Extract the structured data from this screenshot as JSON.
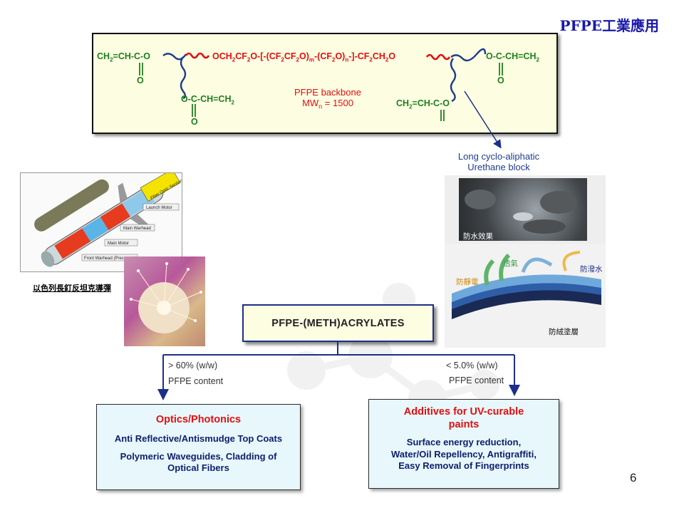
{
  "slide": {
    "title": "PFPE工業應用",
    "page_number": "6"
  },
  "formula": {
    "left_end_group": [
      "CH",
      "2",
      "=CH-C-O"
    ],
    "carbonyl_o": "O",
    "backbone_line": [
      "OCH",
      "2",
      "CF",
      "2",
      "O-[-(CF",
      "2",
      "CF",
      "2",
      "O)",
      "m",
      "-(CF",
      "2",
      "O)",
      "n",
      "-]-CF",
      "2",
      "CH",
      "2",
      "O"
    ],
    "right_end_group": [
      "O-C-CH=CH",
      "2"
    ],
    "lower_left_group": [
      "O-C-CH=CH",
      "2"
    ],
    "lower_right_group": [
      "CH",
      "2",
      "=CH-C-O"
    ],
    "backbone_note_1": "PFPE backbone",
    "backbone_note_2": [
      "MW",
      "n",
      " = 1500"
    ]
  },
  "urethane_note": {
    "line1": "Long cyclo-aliphatic",
    "line2": "Urethane block"
  },
  "images": {
    "missile_caption": "以色列長釘反坦克導彈",
    "missile_labels": [
      "Fiber Optic Section",
      "Launch Motor",
      "Main Warhead",
      "Main Motor",
      "Front Warhead (Precursor)"
    ],
    "waterproof_label": "防水效果",
    "layers_labels": {
      "antistatic": "防靜電",
      "breathable": "透氣",
      "splashproof": "防潑水",
      "coating": "防絨塗層"
    }
  },
  "center_box": {
    "label": "PFPE-(METH)ACRYLATES"
  },
  "branches": {
    "left": {
      "percent": "> 60% (w/w)",
      "content": "PFPE content"
    },
    "right": {
      "percent": "< 5.0% (w/w)",
      "content": "PFPE content"
    }
  },
  "outputs": {
    "left": {
      "title": "Optics/Photonics",
      "line1": "Anti Reflective/Antismudge Top Coats",
      "line2": "Polymeric Waveguides, Cladding of",
      "line3": "Optical Fibers"
    },
    "right": {
      "title_line1": "Additives for UV-curable",
      "title_line2": "paints",
      "line1": "Surface energy reduction,",
      "line2": "Water/Oil Repellency, Antigraffiti,",
      "line3": "Easy Removal of Fingerprints"
    }
  },
  "colors": {
    "title_blue": "#1a1aa8",
    "chem_green": "#1d7f1d",
    "backbone_red": "#e01010",
    "chain_blue": "#1f3c8c",
    "arrow_navy": "#1d2f88",
    "box_yellow": "#fdfde2",
    "box_cyan": "#e7f7fb"
  }
}
